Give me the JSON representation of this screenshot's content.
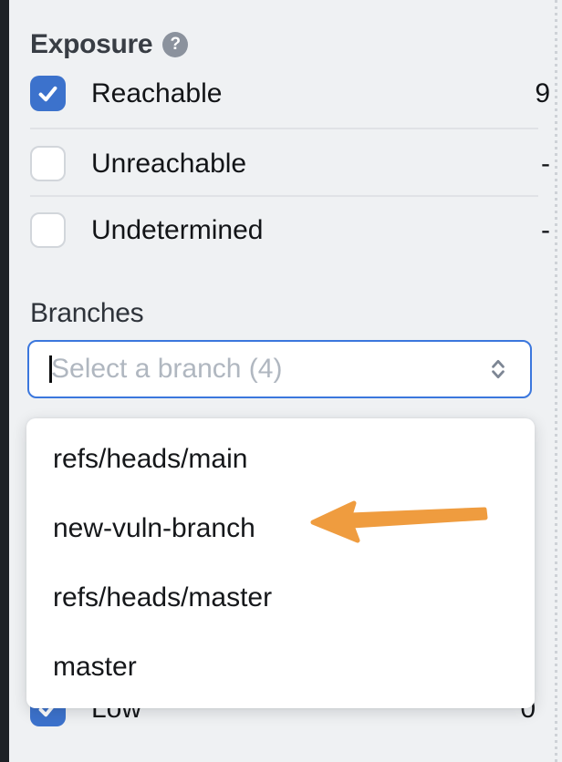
{
  "exposure": {
    "title": "Exposure",
    "help_glyph": "?",
    "items": [
      {
        "label": "Reachable",
        "count": "9",
        "checked": true
      },
      {
        "label": "Unreachable",
        "count": "-",
        "checked": false
      },
      {
        "label": "Undetermined",
        "count": "-",
        "checked": false
      }
    ]
  },
  "branches": {
    "label": "Branches",
    "placeholder": "Select a branch (4)",
    "options": [
      "refs/heads/main",
      "new-vuln-branch",
      "refs/heads/master",
      "master"
    ],
    "annotation_arrow_target": "new-vuln-branch"
  },
  "severity": {
    "items": [
      {
        "label": "Low",
        "count": "0",
        "checked": true
      }
    ]
  },
  "colors": {
    "checkbox_blue": "#3c72cc",
    "input_border_blue": "#3b77dd",
    "arrow_orange": "#ef9c3f",
    "background": "#eff1f3",
    "panel_edge_dark": "#1d2126"
  }
}
